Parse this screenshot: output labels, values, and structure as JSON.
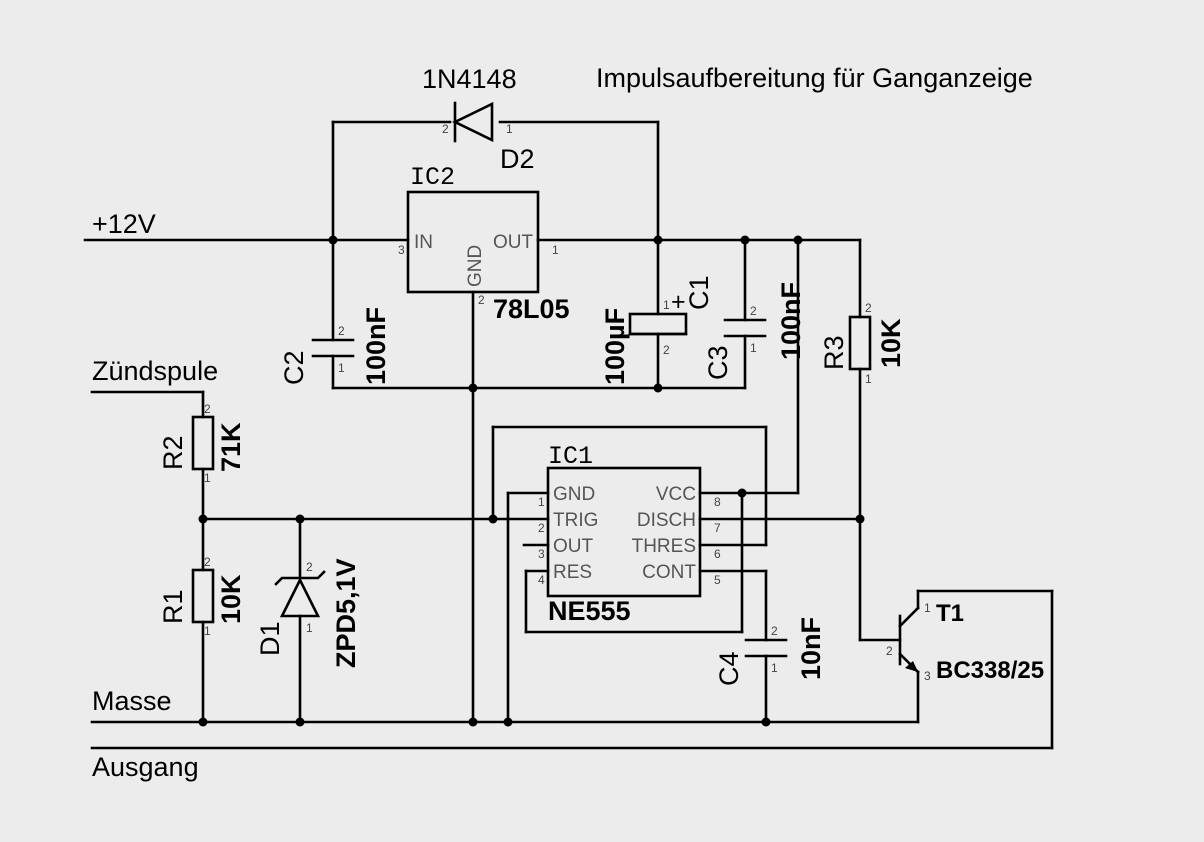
{
  "title": "Impulsaufbereitung für Ganganzeige",
  "nets": {
    "supply": "+12V",
    "input": "Zündspule",
    "ground": "Masse",
    "output": "Ausgang"
  },
  "components": {
    "D2": {
      "ref": "D2",
      "value": "1N4148",
      "pin_a": "2",
      "pin_k": "1"
    },
    "IC2": {
      "ref": "IC2",
      "value": "78L05",
      "pin_in": "IN",
      "pin_out": "OUT",
      "pin_gnd": "GND",
      "n_in": "3",
      "n_out": "1",
      "n_gnd": "2"
    },
    "C1": {
      "ref": "C1",
      "value": "100µF",
      "polarity": "+",
      "p1": "1",
      "p2": "2"
    },
    "C2": {
      "ref": "C2",
      "value": "100nF",
      "p1": "1",
      "p2": "2"
    },
    "C3": {
      "ref": "C3",
      "value": "100nF",
      "p1": "1",
      "p2": "2"
    },
    "C4": {
      "ref": "C4",
      "value": "10nF",
      "p1": "1",
      "p2": "2"
    },
    "R1": {
      "ref": "R1",
      "value": "10K",
      "p1": "1",
      "p2": "2"
    },
    "R2": {
      "ref": "R2",
      "value": "71K",
      "p1": "1",
      "p2": "2"
    },
    "R3": {
      "ref": "R3",
      "value": "10K",
      "p1": "1",
      "p2": "2"
    },
    "D1": {
      "ref": "D1",
      "value": "ZPD5,1V",
      "p1": "1",
      "p2": "2"
    },
    "T1": {
      "ref": "T1",
      "value": "BC338/25",
      "p1": "1",
      "p2": "2",
      "p3": "3"
    },
    "IC1": {
      "ref": "IC1",
      "value": "NE555",
      "left_pins": [
        {
          "name": "GND",
          "num": "1"
        },
        {
          "name": "TRIG",
          "num": "2"
        },
        {
          "name": "OUT",
          "num": "3"
        },
        {
          "name": "RES",
          "num": "4"
        }
      ],
      "right_pins": [
        {
          "name": "VCC",
          "num": "8"
        },
        {
          "name": "DISCH",
          "num": "7"
        },
        {
          "name": "THRES",
          "num": "6"
        },
        {
          "name": "CONT",
          "num": "5"
        }
      ]
    }
  }
}
